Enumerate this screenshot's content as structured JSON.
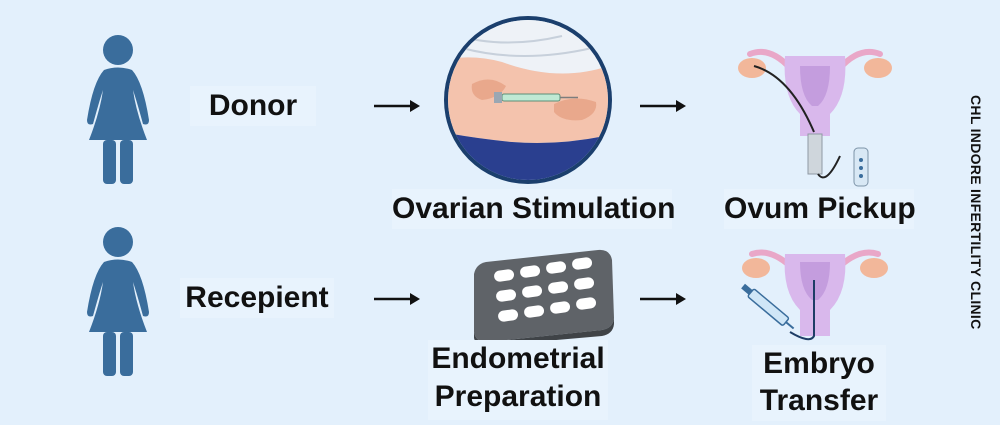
{
  "roles": {
    "donor": "Donor",
    "recipient": "Recepient"
  },
  "steps": {
    "ovarian_stimulation": "Ovarian Stimulation",
    "ovum_pickup": "Ovum Pickup",
    "endometrial_preparation": [
      "Endometrial",
      "Preparation"
    ],
    "embryo_transfer": [
      "Embryo",
      "Transfer"
    ]
  },
  "watermark": "CHL INDORE INFERTILITY CLINIC",
  "icons": {
    "donor": "woman-figure-icon",
    "recipient": "woman-figure-icon",
    "stimulation": "injection-abdomen-icon",
    "pickup": "uterus-with-needle-icon",
    "preparation": "pill-blister-pack-icon",
    "transfer": "uterus-with-syringe-icon",
    "arrow": "arrow-right-icon"
  },
  "colors": {
    "background": "#e3f0fc",
    "figure": "#3a6d9c",
    "uterus": "#d9b8ec",
    "ovary": "#f2b79a",
    "blister": "#5f6368"
  }
}
